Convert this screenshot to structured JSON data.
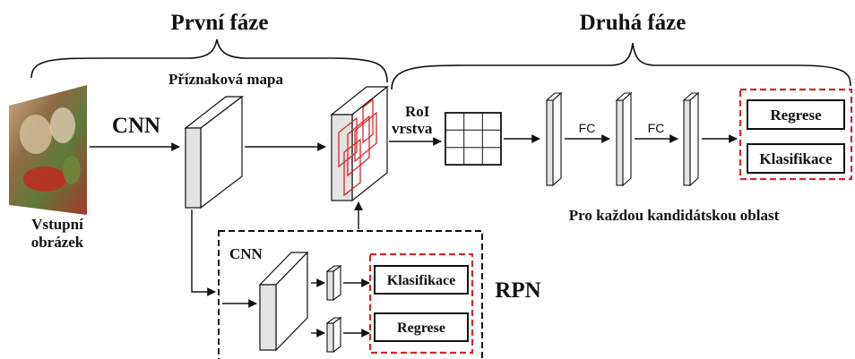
{
  "stage1": {
    "title": "První fáze"
  },
  "stage2": {
    "title": "Druhá fáze"
  },
  "input": {
    "label_line1": "Vstupní",
    "label_line2": "obrázek"
  },
  "cnn_main": "CNN",
  "feature_map": "Příznaková mapa",
  "roi": {
    "line1": "RoI",
    "line2": "vrstva"
  },
  "fc1": "FC",
  "fc2": "FC",
  "head2": {
    "regression": "Regrese",
    "classification": "Klasifikace"
  },
  "per_proposal": "Pro každou kandidátskou oblast",
  "rpn": {
    "label": "RPN",
    "cnn": "CNN",
    "classification": "Klasifikace",
    "regression": "Regrese"
  },
  "colors": {
    "red_dash": "#d4272b",
    "box_gray": "#e3e3e3",
    "line": "#111111"
  }
}
